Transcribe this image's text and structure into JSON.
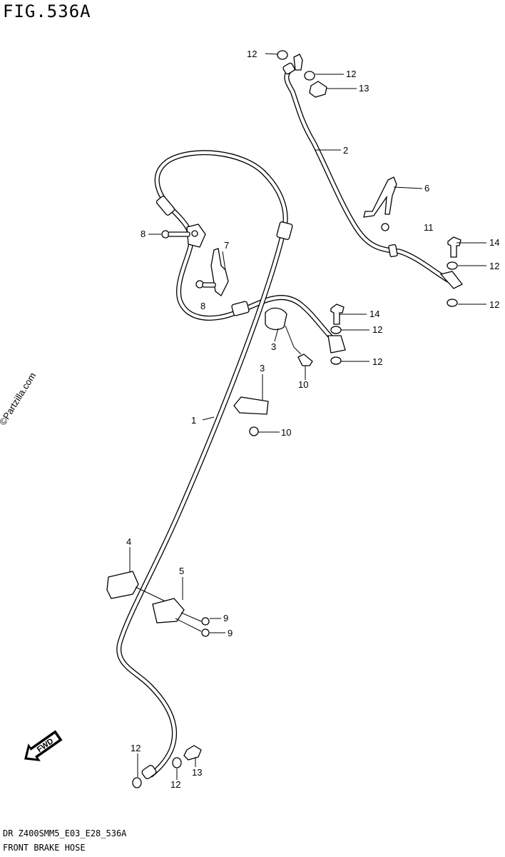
{
  "figure": {
    "title": "FIG.536A",
    "watermark": "©Partzilla.com",
    "model_code": "DR Z400SMM5_E03_E28_536A",
    "section_name": "FRONT BRAKE HOSE"
  },
  "callouts": [
    {
      "id": "c-12a",
      "label": "12"
    },
    {
      "id": "c-12b",
      "label": "12"
    },
    {
      "id": "c-13a",
      "label": "13"
    },
    {
      "id": "c-2",
      "label": "2"
    },
    {
      "id": "c-6",
      "label": "6"
    },
    {
      "id": "c-11",
      "label": "11"
    },
    {
      "id": "c-14a",
      "label": "14"
    },
    {
      "id": "c-12c",
      "label": "12"
    },
    {
      "id": "c-12d",
      "label": "12"
    },
    {
      "id": "c-8a",
      "label": "8"
    },
    {
      "id": "c-7",
      "label": "7"
    },
    {
      "id": "c-8b",
      "label": "8"
    },
    {
      "id": "c-14b",
      "label": "14"
    },
    {
      "id": "c-12e",
      "label": "12"
    },
    {
      "id": "c-3a",
      "label": "3"
    },
    {
      "id": "c-12f",
      "label": "12"
    },
    {
      "id": "c-10a",
      "label": "10"
    },
    {
      "id": "c-3b",
      "label": "3"
    },
    {
      "id": "c-1",
      "label": "1"
    },
    {
      "id": "c-10b",
      "label": "10"
    },
    {
      "id": "c-4",
      "label": "4"
    },
    {
      "id": "c-5",
      "label": "5"
    },
    {
      "id": "c-9a",
      "label": "9"
    },
    {
      "id": "c-9b",
      "label": "9"
    },
    {
      "id": "c-12g",
      "label": "12"
    },
    {
      "id": "c-13b",
      "label": "13"
    },
    {
      "id": "c-12h",
      "label": "12"
    }
  ],
  "direction_arrow": {
    "label": "FWD"
  }
}
